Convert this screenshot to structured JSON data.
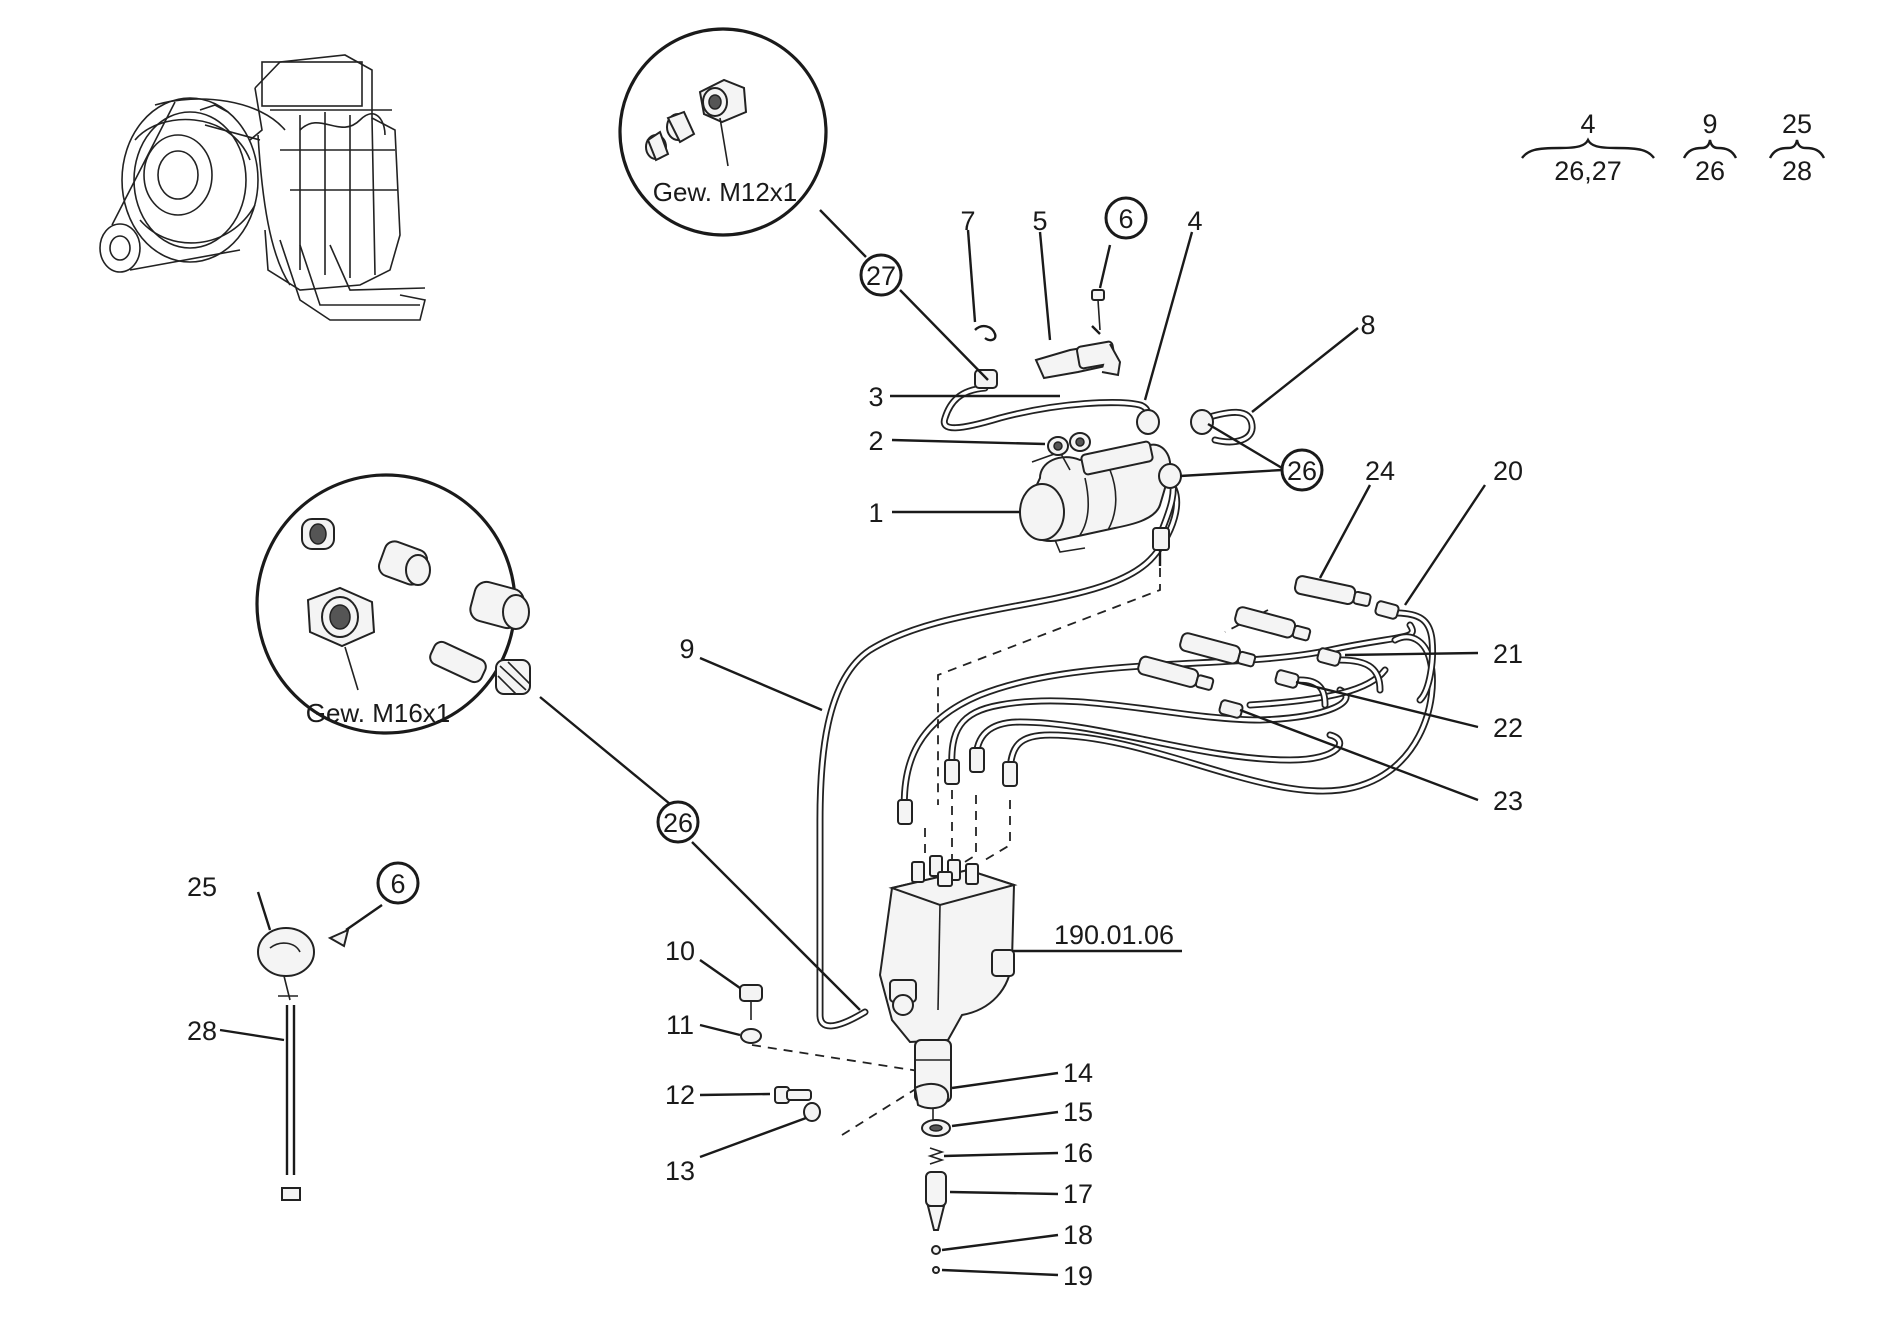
{
  "callouts": {
    "n1": "1",
    "n2": "2",
    "n3": "3",
    "n4": "4",
    "n5": "5",
    "n6": "6",
    "n7": "7",
    "n8": "8",
    "n9": "9",
    "n10": "10",
    "n11": "11",
    "n12": "12",
    "n13": "13",
    "n14": "14",
    "n15": "15",
    "n16": "16",
    "n17": "17",
    "n18": "18",
    "n19": "19",
    "n20": "20",
    "n21": "21",
    "n22": "22",
    "n23": "23",
    "n24": "24",
    "n25": "25",
    "n28": "28"
  },
  "circled_callouts": {
    "c27": "27",
    "c6_top": "6",
    "c26_right": "26",
    "c26_left": "26",
    "c6_left": "6"
  },
  "detail_views": {
    "top_thread": "Gew. M12x1",
    "left_thread": "Gew. M16x1"
  },
  "assembly_reference": "190.01.06",
  "legend_groups": [
    {
      "top": "4",
      "bottom": "26,27"
    },
    {
      "top": "9",
      "bottom": "26"
    },
    {
      "top": "25",
      "bottom": "28"
    }
  ]
}
